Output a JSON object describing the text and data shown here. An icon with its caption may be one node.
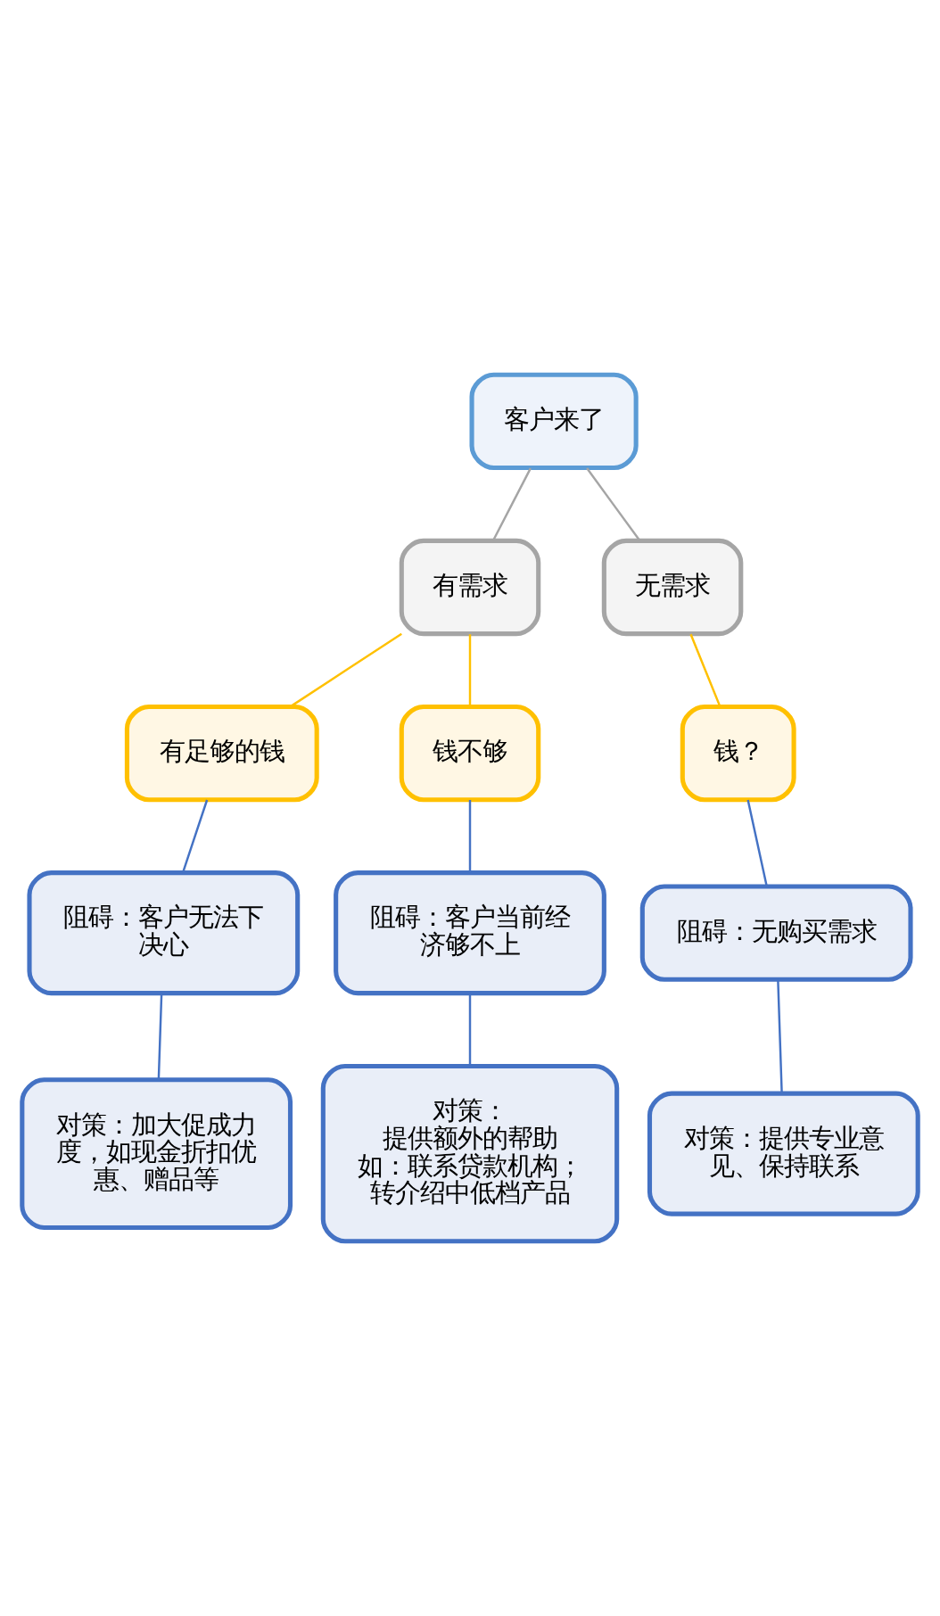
{
  "diagram": {
    "nodes": [
      {
        "text": [
          "客户来了"
        ]
      },
      {
        "text": [
          "有需求"
        ]
      },
      {
        "text": [
          "无需求"
        ]
      },
      {
        "text": [
          "有足够的钱"
        ]
      },
      {
        "text": [
          "钱不够"
        ]
      },
      {
        "text": [
          "钱？"
        ]
      },
      {
        "text": [
          "阻碍：客户无法下决心"
        ]
      },
      {
        "text": [
          "阻碍：客户当前经济够不上"
        ]
      },
      {
        "text": [
          "阻碍：无购买需求"
        ]
      },
      {
        "text": [
          "对策：加大促成力度，如现金折扣优惠、赠品等"
        ]
      },
      {
        "text": [
          "对策：",
          "提供额外的帮助",
          "如：联系贷款机构；转介绍中低档产品"
        ]
      },
      {
        "text": [
          "对策：提供专业意见、保持联系"
        ]
      }
    ],
    "edges": [
      {
        "from": 0,
        "to": 1,
        "arrow": "none",
        "color": "#a5a5a5"
      },
      {
        "from": 0,
        "to": 2,
        "arrow": "none",
        "color": "#a5a5a5"
      },
      {
        "from": 1,
        "to": 3,
        "arrow": "none",
        "color": "#ffc000"
      },
      {
        "from": 1,
        "to": 4,
        "arrow": "none",
        "color": "#ffc000"
      },
      {
        "from": 2,
        "to": 5,
        "arrow": "none",
        "color": "#ffc000"
      },
      {
        "from": 3,
        "to": 6,
        "arrow": "none"
      },
      {
        "from": 4,
        "to": 7,
        "arrow": "none"
      },
      {
        "from": 5,
        "to": 8,
        "arrow": "none"
      },
      {
        "from": 6,
        "to": 9,
        "arrow": "none"
      },
      {
        "from": 7,
        "to": 10,
        "arrow": "none"
      },
      {
        "from": 8,
        "to": 11,
        "arrow": "none"
      }
    ]
  }
}
